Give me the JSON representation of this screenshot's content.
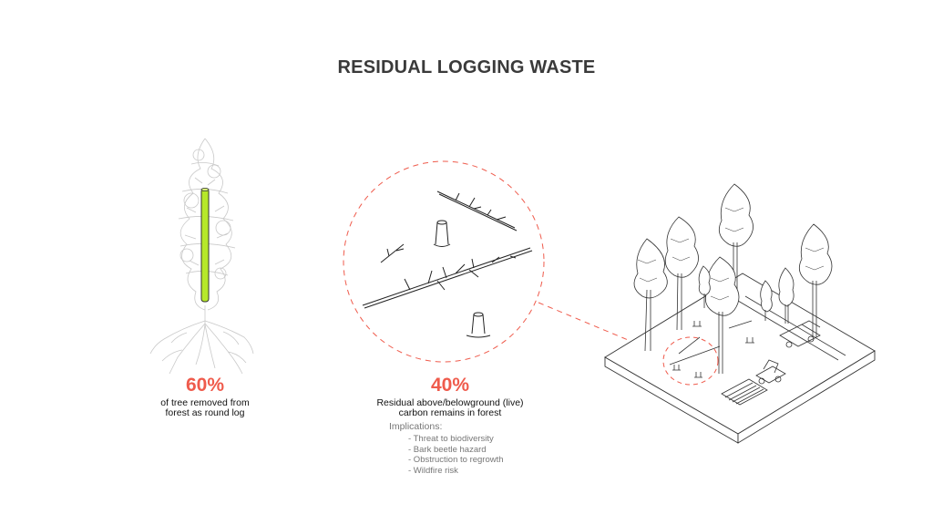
{
  "title": "RESIDUAL LOGGING WASTE",
  "left": {
    "percent": "60%",
    "desc_line1": "of tree removed from",
    "desc_line2": "forest as round log",
    "log_color": "#b6e82a"
  },
  "middle": {
    "percent": "40%",
    "desc_line1": "Residual above/belowground (live)",
    "desc_line2": "carbon remains in forest",
    "implications_heading": "Implications:",
    "implications": [
      "- Threat to biodiversity",
      "- Bark beetle hazard",
      "- Obstruction to regrowth",
      "- Wildfire risk"
    ]
  },
  "colors": {
    "accent": "#ef5b4c",
    "text": "#222222",
    "muted": "#777777"
  }
}
